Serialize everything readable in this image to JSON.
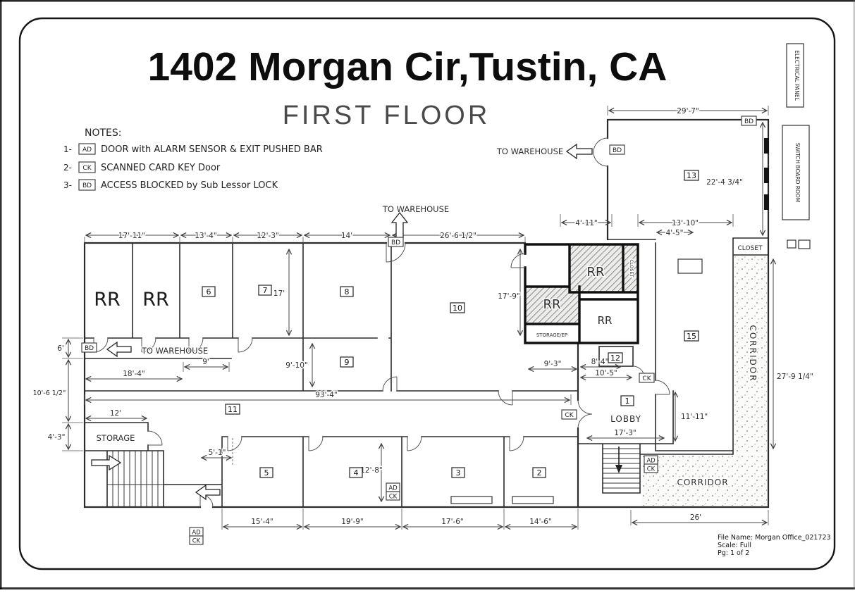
{
  "header": {
    "title": "1402 Morgan Cir,Tustin, CA",
    "subtitle": "FIRST FLOOR"
  },
  "notes": {
    "heading": "NOTES:",
    "items": [
      {
        "num": "1-",
        "tag": "AD",
        "desc": "DOOR with ALARM SENSOR & EXIT PUSHED BAR"
      },
      {
        "num": "2-",
        "tag": "CK",
        "desc": "SCANNED CARD KEY Door"
      },
      {
        "num": "3-",
        "tag": "BD",
        "desc": "ACCESS BLOCKED by Sub Lessor LOCK"
      }
    ]
  },
  "labels": {
    "to_warehouse": "TO WAREHOUSE",
    "lobby": "LOBBY",
    "storage": "STORAGE",
    "storage_ep": "STORAGE/EP",
    "corridor": "CORRIDOR",
    "closet": "CLOSET",
    "electrical_panel": "ELECTRICAL PANEL",
    "switch_board_room": "SWITCH BOARD ROOM",
    "rr": "RR"
  },
  "rooms": {
    "r1": "1",
    "r2": "2",
    "r3": "3",
    "r4": "4",
    "r5": "5",
    "r6": "6",
    "r7": "7",
    "r8": "8",
    "r9": "9",
    "r10": "10",
    "r11": "11",
    "r12": "12",
    "r13": "13",
    "r15": "15"
  },
  "markers": {
    "ad": "AD",
    "ck": "CK",
    "bd": "BD"
  },
  "dims": {
    "w17_11": "17'-11\"",
    "w13_4": "13'-4\"",
    "w12_3": "12'-3\"",
    "w14": "14'",
    "w26_6": "26'-6 1/2\"",
    "w29_7": "29'-7\"",
    "w22_4": "22'-4  3/4\"",
    "w4_11": "4'-11\"",
    "w13_10": "13'-10\"",
    "w4_5": "4'-5\"",
    "w17_9": "17'-9\"",
    "w17": "17'",
    "w9_10": "9'-10\"",
    "w6": "6'",
    "w10_6": "10'-6 1/2\"",
    "w4_3": "4'-3\"",
    "w9": "9'",
    "w18_4": "18'-4\"",
    "w93_4": "93'-4\"",
    "w12": "12'",
    "w5_1": "5'-1\"",
    "w9_3": "9'-3\"",
    "w8_4": "8'-4\"",
    "w10_5": "10'-5\"",
    "w17_3": "17'-3\"",
    "w11_11": "11'-11\"",
    "w27_9": "27'-9 1/4\"",
    "w12_8": "12'-8\"",
    "w15_4": "15'-4\"",
    "w19_9": "19'-9\"",
    "w17_6": "17'-6\"",
    "w14_6": "14'-6\"",
    "w26": "26'"
  },
  "footer": {
    "file_name": "File Name: Morgan Office_021723",
    "scale": "Scale: Full",
    "page": "Pg: 1 of 2"
  }
}
